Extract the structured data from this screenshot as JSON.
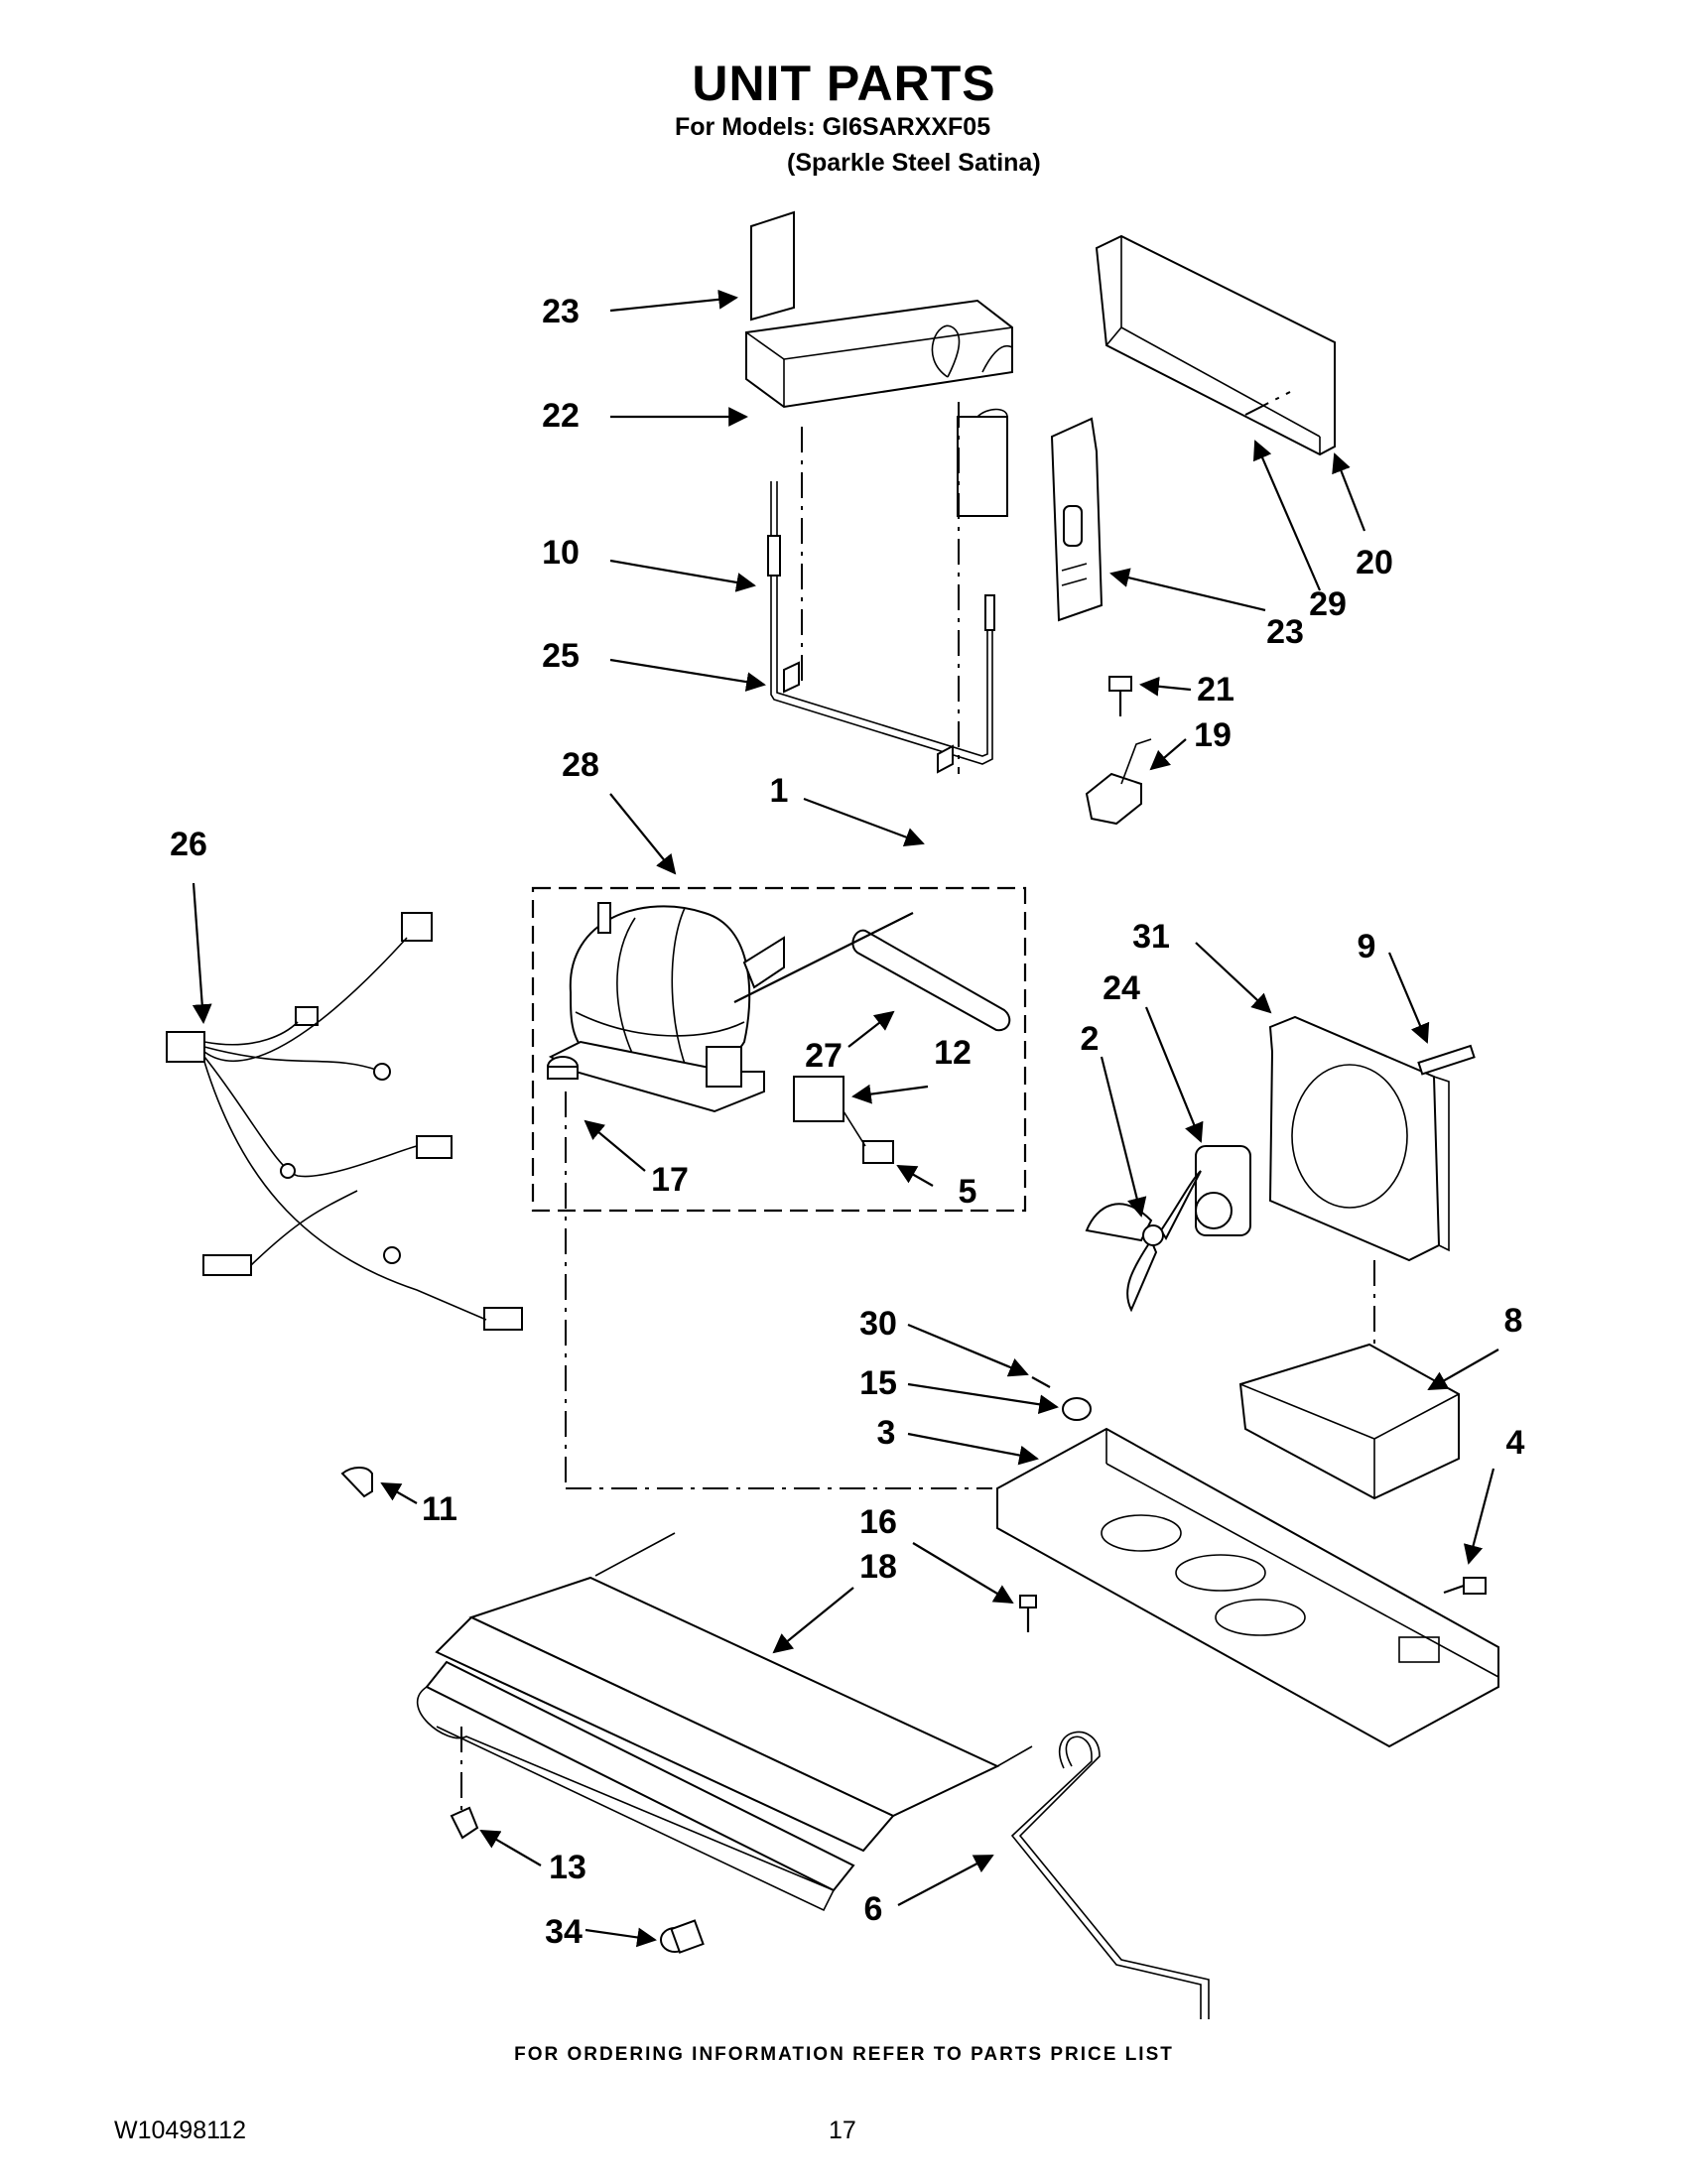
{
  "header": {
    "title": "UNIT PARTS",
    "models_line": "For Models: GI6SARXXF05",
    "color_line": "(Sparkle Steel Satina)"
  },
  "callouts": [
    "23",
    "22",
    "10",
    "25",
    "28",
    "1",
    "26",
    "27",
    "12",
    "17",
    "5",
    "20",
    "29",
    "23",
    "21",
    "19",
    "31",
    "9",
    "24",
    "2",
    "8",
    "30",
    "15",
    "3",
    "4",
    "11",
    "16",
    "18",
    "13",
    "6",
    "34"
  ],
  "footer": {
    "ordering_note": "FOR ORDERING INFORMATION REFER TO PARTS PRICE LIST",
    "document_number": "W10498112",
    "page_number": "17"
  }
}
